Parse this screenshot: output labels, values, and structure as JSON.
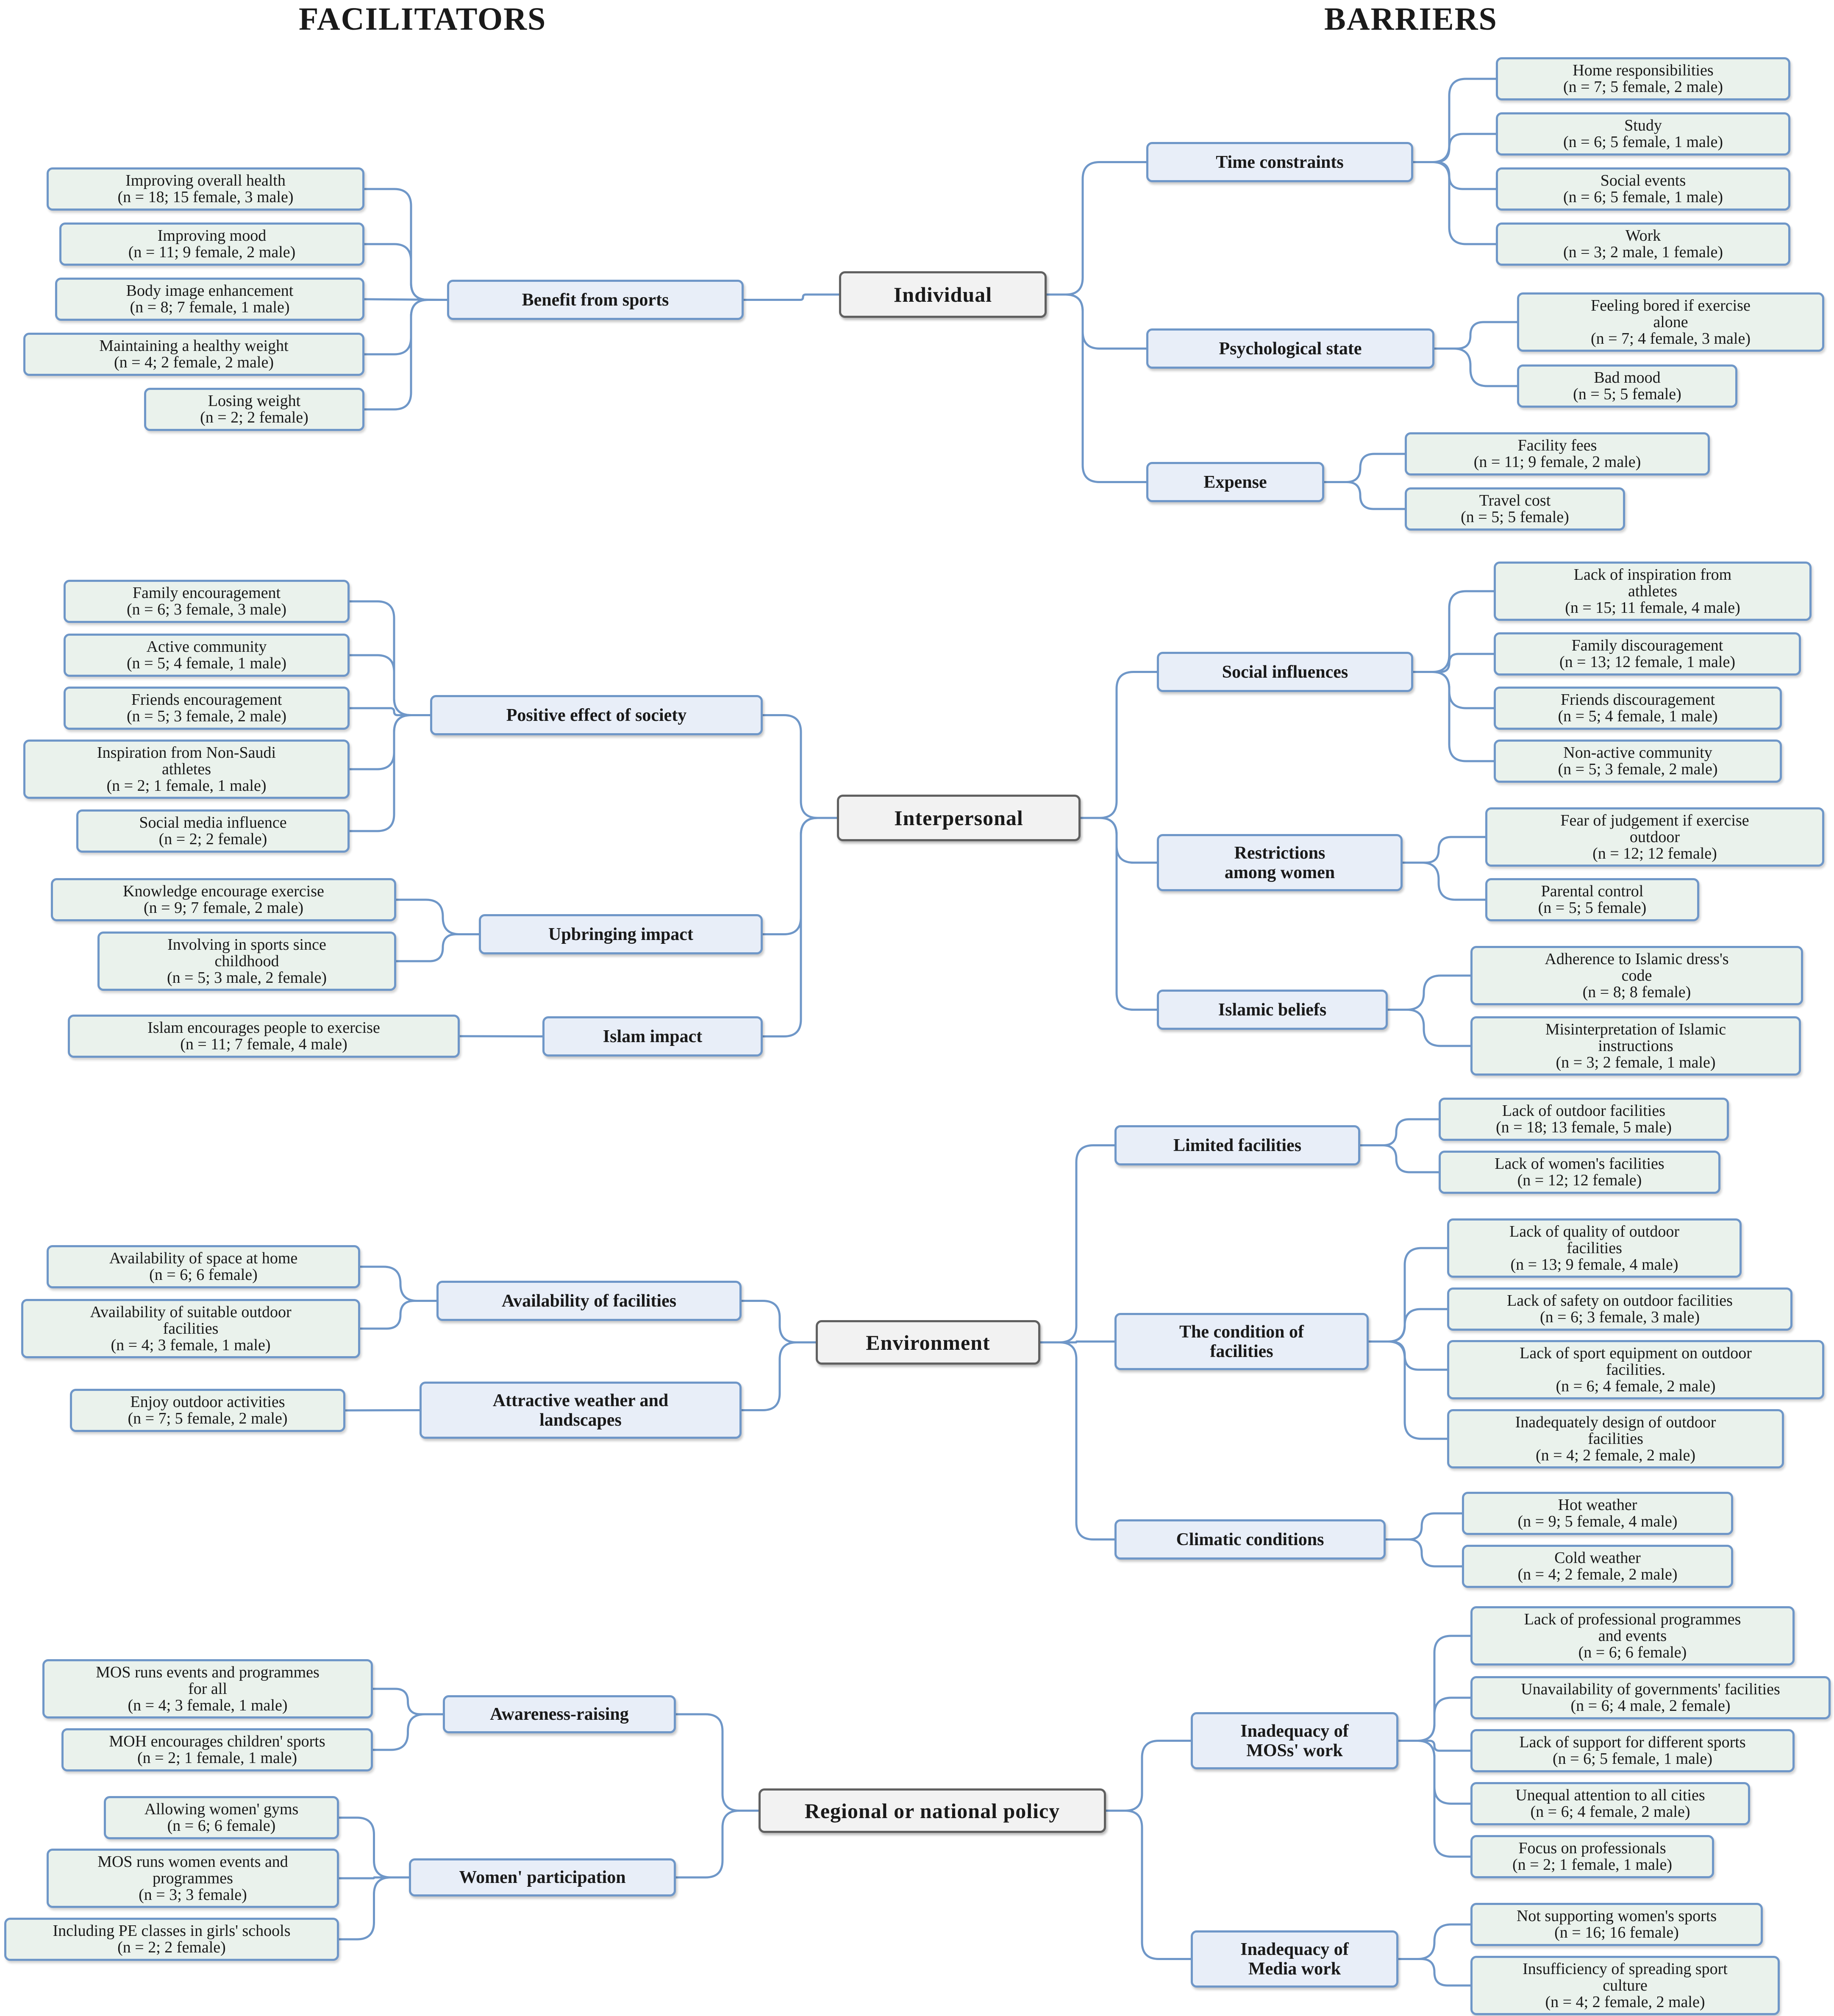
{
  "headings": {
    "facilitators": "FACILITATORS",
    "barriers": "BARRIERS"
  },
  "nodes": {
    "individual": "Individual",
    "interpersonal": "Interpersonal",
    "environment": "Environment",
    "policy": "Regional or national policy",
    "benefit_from_sports": "Benefit from sports",
    "f_improving_health": "Improving overall health\n(n = 18; 15 female, 3 male)",
    "f_improving_mood": "Improving mood\n(n = 11; 9 female, 2 male)",
    "f_body_image": "Body image enhancement\n(n = 8; 7 female, 1 male)",
    "f_healthy_weight": "Maintaining a healthy weight\n(n = 4; 2 female, 2 male)",
    "f_losing_weight": "Losing weight\n(n = 2; 2 female)",
    "time_constraints": "Time constraints",
    "b_home": "Home responsibilities\n(n = 7; 5 female, 2 male)",
    "b_study": "Study\n(n = 6; 5 female, 1 male)",
    "b_social_events": "Social events\n(n = 6; 5 female, 1 male)",
    "b_work": "Work\n(n = 3; 2 male, 1 female)",
    "psychological_state": "Psychological state",
    "b_bored": "Feeling bored if exercise\nalone\n(n = 7; 4 female, 3 male)",
    "b_bad_mood": "Bad mood\n(n = 5; 5 female)",
    "expense": "Expense",
    "b_facility_fees": "Facility fees\n(n = 11; 9 female, 2 male)",
    "b_travel_cost": "Travel cost\n(n = 5; 5 female)",
    "positive_effect_society": "Positive effect of society",
    "f_family_enc": "Family encouragement\n(n = 6; 3 female, 3 male)",
    "f_active_comm": "Active community\n(n = 5; 4 female, 1 male)",
    "f_friends_enc": "Friends encouragement\n(n = 5; 3 female, 2 male)",
    "f_non_saudi": "Inspiration from Non-Saudi\nathletes\n(n = 2; 1 female, 1 male)",
    "f_social_media": "Social media influence\n(n = 2; 2 female)",
    "upbringing_impact": "Upbringing impact",
    "f_knowledge": "Knowledge encourage exercise\n(n = 9; 7 female, 2 male)",
    "f_involving": "Involving in sports since\nchildhood\n(n = 5; 3 male, 2 female)",
    "islam_impact": "Islam impact",
    "f_islam_enc": "Islam encourages people to exercise\n(n = 11; 7 female, 4 male)",
    "social_influences": "Social influences",
    "b_lack_inspiration": "Lack of inspiration from\nathletes\n(n = 15; 11 female, 4 male)",
    "b_family_disc": "Family discouragement\n(n = 13; 12 female, 1 male)",
    "b_friends_disc": "Friends discouragement\n(n = 5; 4 female, 1 male)",
    "b_non_active": "Non-active community\n(n = 5; 3 female, 2 male)",
    "restrictions_women": "Restrictions\namong women",
    "b_fear_judgement": "Fear of judgement if exercise\noutdoor\n(n = 12; 12 female)",
    "b_parental": "Parental control\n(n = 5; 5 female)",
    "islamic_beliefs": "Islamic beliefs",
    "b_dress_code": "Adherence to Islamic dress's\ncode\n(n = 8; 8 female)",
    "b_misinterpretation": "Misinterpretation of Islamic\ninstructions\n(n = 3; 2 female, 1 male)",
    "availability_facilities": "Availability of facilities",
    "f_space_home": "Availability of space at home\n(n = 6; 6 female)",
    "f_suitable_outdoor": "Availability of suitable outdoor\nfacilities\n(n = 4; 3 female, 1 male)",
    "attractive_weather": "Attractive weather and\nlandscapes",
    "f_enjoy_outdoor": "Enjoy outdoor activities\n(n = 7; 5 female, 2 male)",
    "limited_facilities": "Limited facilities",
    "b_lack_outdoor": "Lack of outdoor facilities\n(n = 18; 13 female, 5 male)",
    "b_lack_women": "Lack of women's facilities\n(n = 12; 12 female)",
    "condition_facilities": "The condition of\nfacilities",
    "b_quality": "Lack of quality of outdoor\nfacilities\n(n = 13; 9 female, 4 male)",
    "b_safety": "Lack of safety on outdoor facilities\n(n = 6; 3 female, 3 male)",
    "b_equipment": "Lack of sport equipment on outdoor\nfacilities.\n(n = 6; 4 female, 2 male)",
    "b_design": "Inadequately design of outdoor\nfacilities\n(n = 4; 2 female, 2 male)",
    "climatic_conditions": "Climatic conditions",
    "b_hot": "Hot weather\n(n = 9; 5 female, 4 male)",
    "b_cold": "Cold weather\n(n = 4; 2 female, 2 male)",
    "awareness_raising": "Awareness-raising",
    "f_mos_events": "MOS runs events and programmes\nfor all\n(n = 4; 3 female, 1 male)",
    "f_moh": "MOH encourages children' sports\n(n = 2; 1 female, 1 male)",
    "women_participation": "Women' participation",
    "f_women_gyms": "Allowing women' gyms\n(n = 6; 6 female)",
    "f_mos_women": "MOS runs women events and\nprogrammes\n(n = 3; 3 female)",
    "f_pe_classes": "Including PE classes in girls' schools\n(n = 2; 2 female)",
    "inadequacy_mos": "Inadequacy of\nMOSs' work",
    "b_lack_prof": "Lack of professional programmes\nand events\n(n = 6; 6 female)",
    "b_unavailability": "Unavailability of governments' facilities\n(n = 6; 4 male, 2 female)",
    "b_lack_support": "Lack of support for different sports\n(n = 6; 5 female, 1 male)",
    "b_unequal": "Unequal attention to all cities\n(n = 6; 4 female, 2 male)",
    "b_focus_prof": "Focus on professionals\n(n = 2; 1 female, 1 male)",
    "inadequacy_media": "Inadequacy of\nMedia work",
    "b_not_supporting": "Not supporting women's sports\n(n = 16; 16 female)",
    "b_insufficiency": "Insufficiency of spreading sport\nculture\n(n = 4; 2 female, 2 male)"
  },
  "colors": {
    "connector": "#6f97c8",
    "leaf_fill": "#eaf2ec",
    "sub_fill": "#e8eef8",
    "root_fill": "#f2f2f2"
  }
}
